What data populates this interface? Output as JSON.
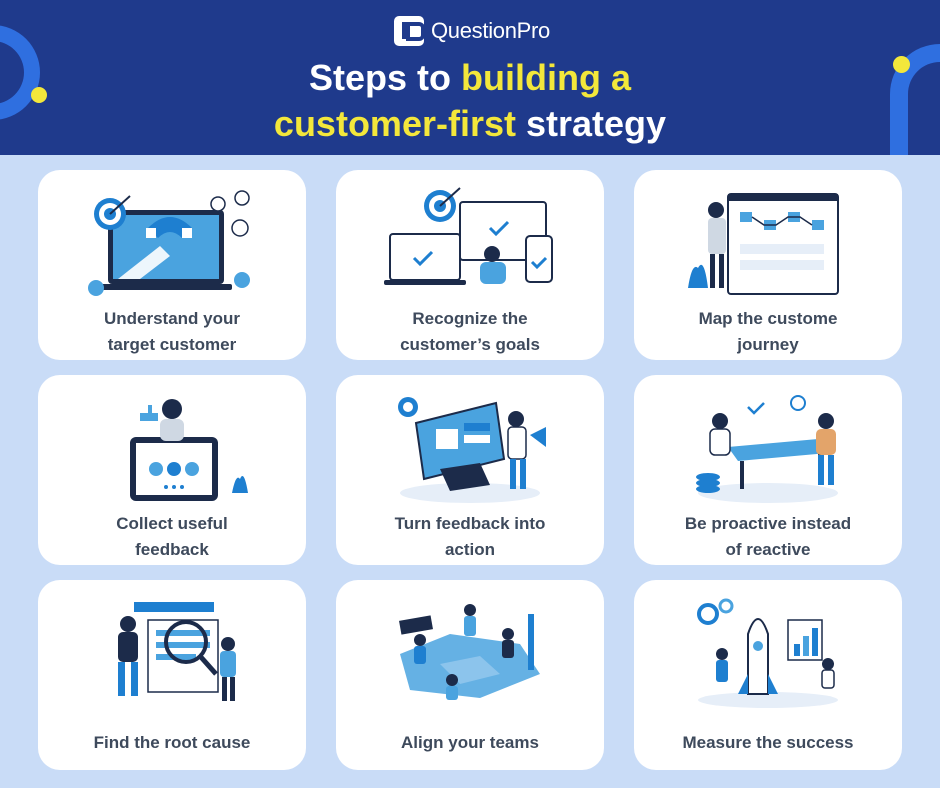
{
  "brand": {
    "name": "QuestionPro",
    "logo_icon": "questionpro-logo-icon"
  },
  "title": {
    "line1_plain": "Steps to ",
    "line1_highlight": "building a",
    "line2_highlight": "customer-first",
    "line2_plain": " strategy"
  },
  "colors": {
    "header_bg": "#1f3a8c",
    "page_bg": "#c9dcf7",
    "accent_yellow": "#f3e73b",
    "accent_blue": "#2f6fe0",
    "label_text": "#3e4a5c"
  },
  "steps": [
    {
      "label_l1": "Understand your",
      "label_l2": "target customer",
      "icon": "target-magnet-icon"
    },
    {
      "label_l1": "Recognize the",
      "label_l2": "customer’s goals",
      "icon": "devices-goal-icon"
    },
    {
      "label_l1": "Map the custome",
      "label_l2": "journey",
      "icon": "journey-map-icon"
    },
    {
      "label_l1": "Collect useful",
      "label_l2": "feedback",
      "icon": "feedback-tablet-icon"
    },
    {
      "label_l1": "Turn feedback into",
      "label_l2": "action",
      "icon": "megaphone-laptop-icon"
    },
    {
      "label_l1": "Be proactive instead",
      "label_l2": "of reactive",
      "icon": "meeting-desk-icon"
    },
    {
      "label_l1": "Find the root cause",
      "label_l2": "",
      "icon": "magnifier-search-icon"
    },
    {
      "label_l1": "Align your teams",
      "label_l2": "",
      "icon": "team-puzzle-icon"
    },
    {
      "label_l1": "Measure the success",
      "label_l2": "",
      "icon": "rocket-growth-icon"
    }
  ]
}
